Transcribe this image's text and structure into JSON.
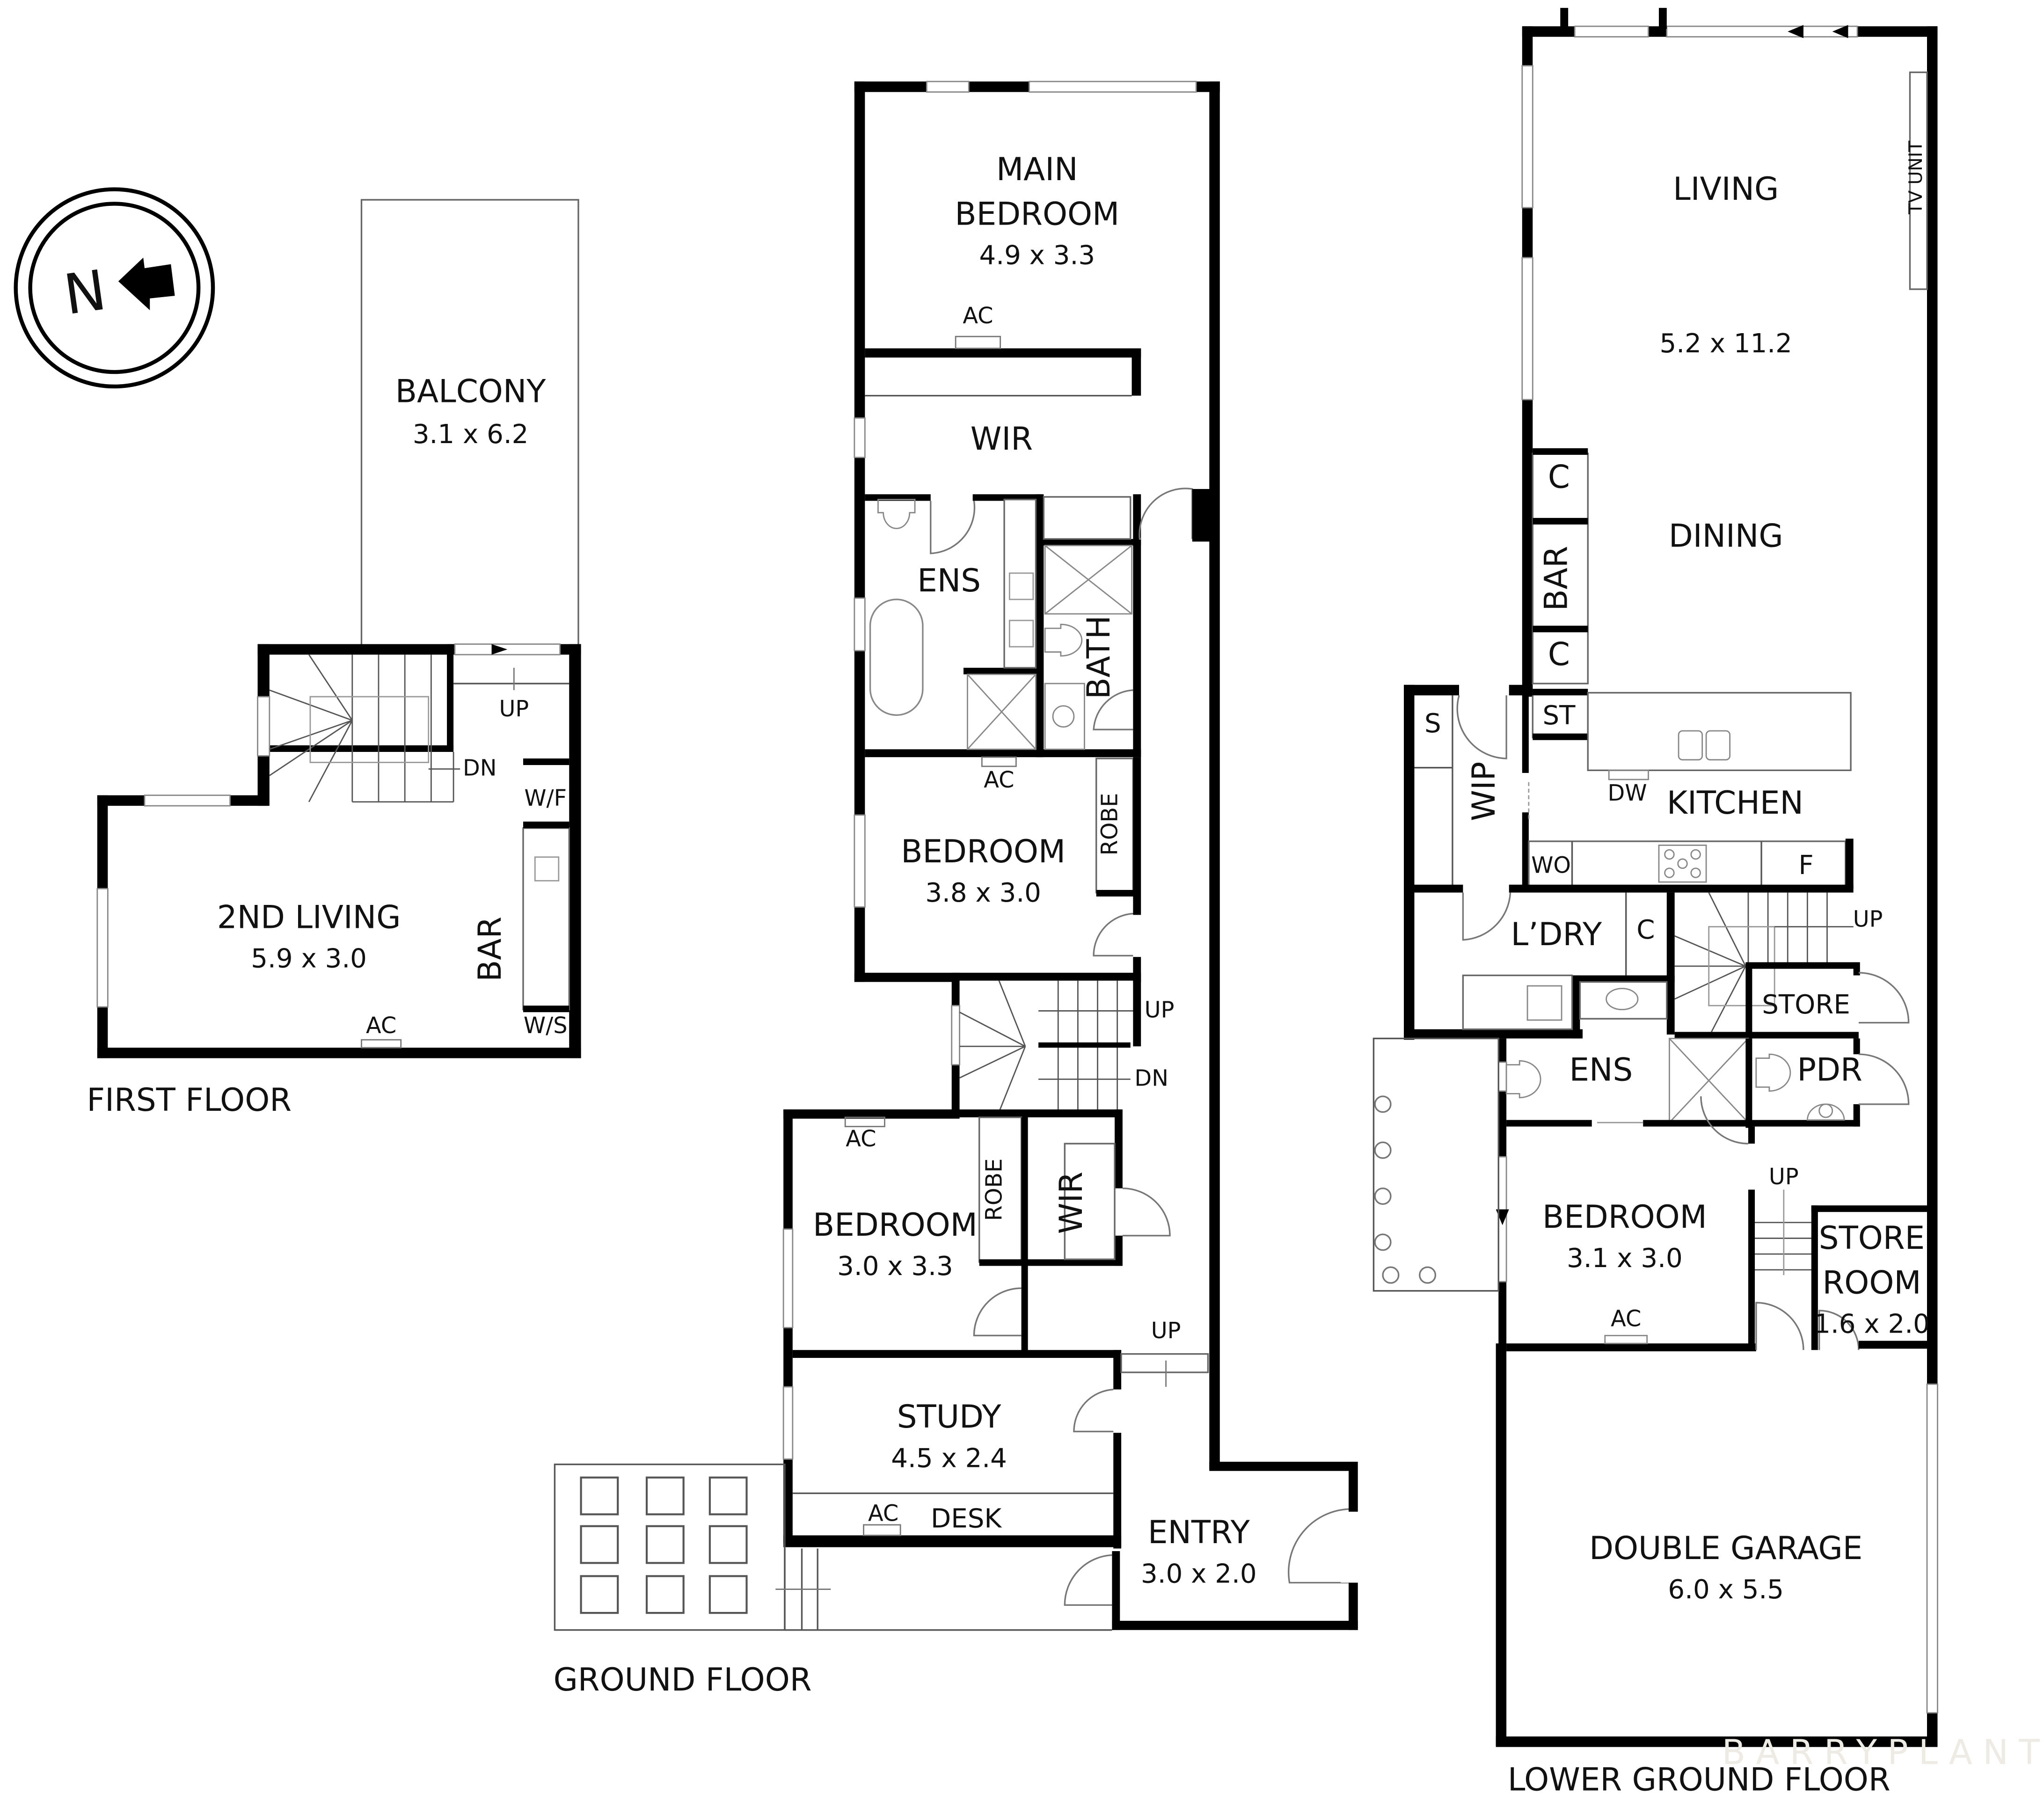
{
  "compass": {
    "label": "N",
    "arrow": "arrow-pointing-left"
  },
  "watermark": "BARRYPLANT",
  "floors": {
    "first": {
      "title": "FIRST FLOOR",
      "rooms": {
        "balcony": {
          "name": "BALCONY",
          "dims": "3.1 x 6.2"
        },
        "living2": {
          "name": "2ND LIVING",
          "dims": "5.9 x 3.0"
        },
        "bar": "BAR",
        "wf": "W/F",
        "ws": "W/S",
        "ac": "AC",
        "up": "UP",
        "dn": "DN"
      }
    },
    "ground": {
      "title": "GROUND FLOOR",
      "rooms": {
        "main_bedroom": {
          "line1": "MAIN",
          "line2": "BEDROOM",
          "dims": "4.9 x 3.3"
        },
        "main_ac": "AC",
        "wir1": "WIR",
        "ens": "ENS",
        "bath": "BATH",
        "bedroom2": {
          "name": "BEDROOM",
          "dims": "3.8 x 3.0"
        },
        "bed2_ac": "AC",
        "robe1": "ROBE",
        "stairs_up": "UP",
        "stairs_dn": "DN",
        "bedroom3": {
          "name": "BEDROOM",
          "dims": "3.0 x 3.3"
        },
        "bed3_ac": "AC",
        "robe2": "ROBE",
        "wir2": "WIR",
        "entry_up": "UP",
        "study": {
          "name": "STUDY",
          "dims": "4.5 x 2.4"
        },
        "study_ac": "AC",
        "desk": "DESK",
        "entry": {
          "name": "ENTRY",
          "dims": "3.0 x 2.0"
        }
      }
    },
    "lower": {
      "title": "LOWER GROUND FLOOR",
      "rooms": {
        "living": {
          "name": "LIVING",
          "dims": "5.2 x 11.2"
        },
        "tv_unit": "TV UNIT",
        "dining": "DINING",
        "c1": "C",
        "bar": "BAR",
        "c2": "C",
        "st": "ST",
        "s": "S",
        "wip": "WIP",
        "dw": "DW",
        "kitchen": "KITCHEN",
        "wo": "WO",
        "f": "F",
        "laundry": "L’DRY",
        "c3": "C",
        "stair_up": "UP",
        "store": "STORE",
        "ens": "ENS",
        "pdr": "PDR",
        "bedroom": {
          "name": "BEDROOM",
          "dims": "3.1 x 3.0"
        },
        "bed_ac": "AC",
        "up2": "UP",
        "store_room": {
          "line1": "STORE",
          "line2": "ROOM",
          "dims": "1.6 x 2.0"
        },
        "garage": {
          "name": "DOUBLE GARAGE",
          "dims": "6.0 x 5.5"
        }
      }
    }
  }
}
